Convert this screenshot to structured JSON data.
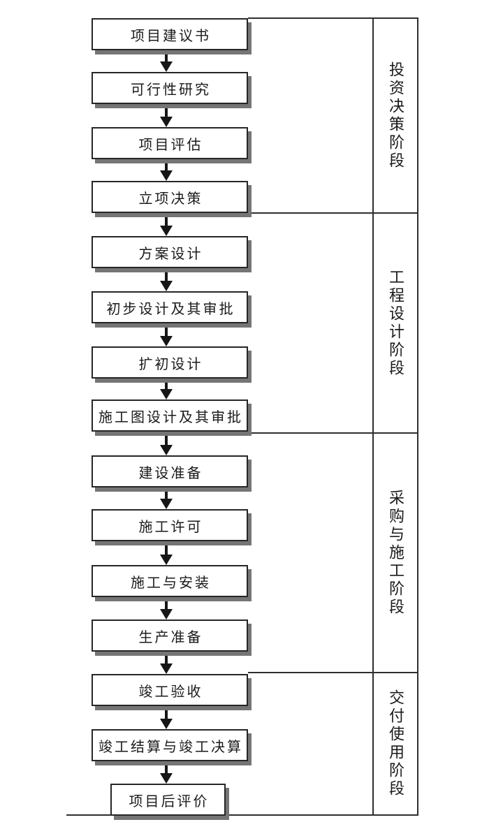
{
  "flow": {
    "steps": [
      {
        "label": "项目建议书"
      },
      {
        "label": "可行性研究"
      },
      {
        "label": "项目评估"
      },
      {
        "label": "立项决策"
      },
      {
        "label": "方案设计"
      },
      {
        "label": "初步设计及其审批"
      },
      {
        "label": "扩初设计"
      },
      {
        "label": "施工图设计及其审批"
      },
      {
        "label": "建设准备"
      },
      {
        "label": "施工许可"
      },
      {
        "label": "施工与安装"
      },
      {
        "label": "生产准备"
      },
      {
        "label": "竣工验收"
      },
      {
        "label": "竣工结算与竣工决算"
      },
      {
        "label": "项目后评价"
      }
    ]
  },
  "phases": [
    {
      "label": "投资决策阶段"
    },
    {
      "label": "工程设计阶段"
    },
    {
      "label": "采购与施工阶段"
    },
    {
      "label": "交付使用阶段"
    }
  ],
  "icons": {
    "connector": "arrow-down"
  },
  "colors": {
    "background": "#ffffff",
    "box_border": "#262626",
    "box_shadow": "#757575",
    "line": "#2e2e2e",
    "text": "#1a1a1a"
  }
}
